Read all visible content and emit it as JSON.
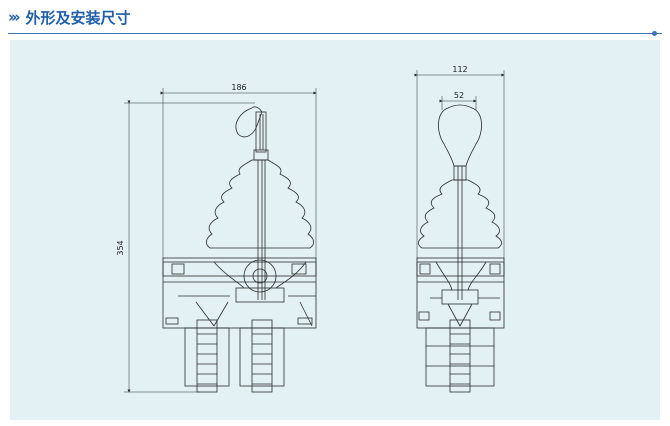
{
  "header": {
    "chevrons": "›››",
    "title": "外形及安装尺寸"
  },
  "dimensions": {
    "front_width": "186",
    "front_height": "354",
    "side_width": "112",
    "side_knob": "52"
  },
  "colors": {
    "accent": "#1f5fa8",
    "panel": "#e3f1f5",
    "drawing": "#2b2b2b"
  }
}
